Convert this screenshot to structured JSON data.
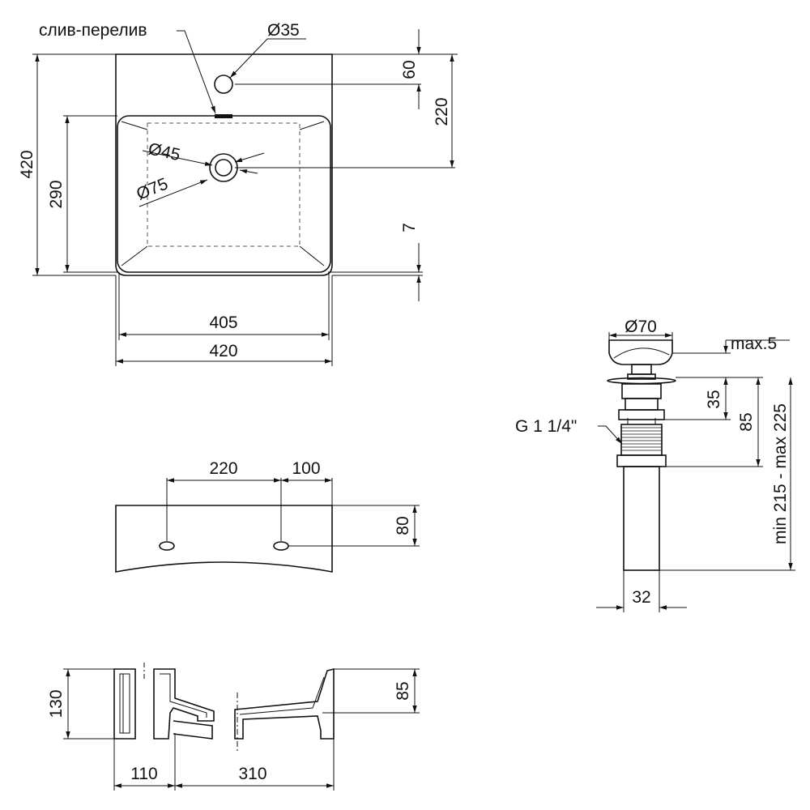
{
  "top_view": {
    "overflow_label": "слив-перелив",
    "tap_hole_dia": "Ø35",
    "drain_dia_inner": "Ø45",
    "drain_dia_outer": "Ø75",
    "dim_60": "60",
    "dim_220": "220",
    "dim_420_height": "420",
    "dim_290": "290",
    "dim_7": "7",
    "dim_405": "405",
    "dim_420_width": "420"
  },
  "front_view": {
    "dim_220": "220",
    "dim_100": "100",
    "dim_80": "80"
  },
  "section_view": {
    "dim_130": "130",
    "dim_85": "85",
    "dim_110": "110",
    "dim_310": "310"
  },
  "drain_valve": {
    "dia_70": "Ø70",
    "max_5": "max.5",
    "dim_35": "35",
    "dim_85": "85",
    "thread": "G 1 1/4\"",
    "length_range": "min 215 - max 225",
    "dim_32": "32"
  }
}
